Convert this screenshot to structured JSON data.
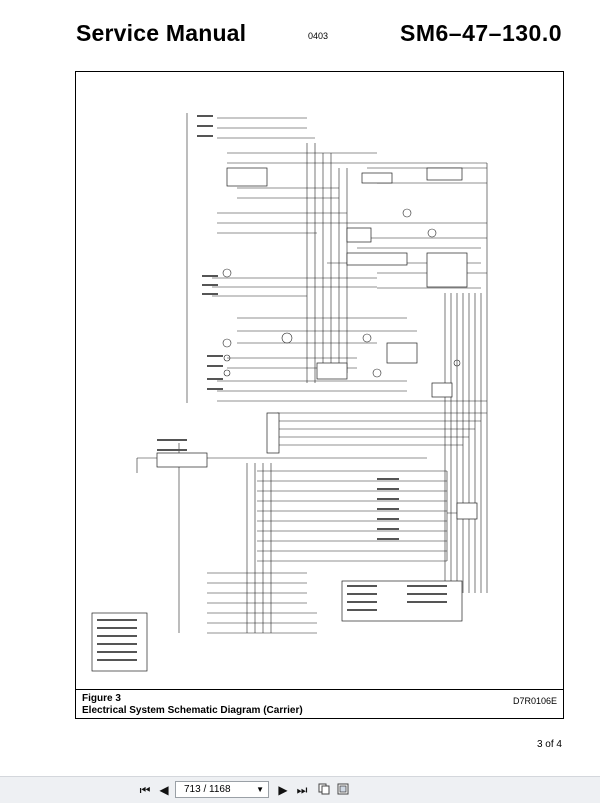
{
  "header": {
    "title": "Service Manual",
    "date_code": "0403",
    "doc_number": "SM6–47–130.0"
  },
  "figure": {
    "label": "Figure 3",
    "title": "Electrical System Schematic Diagram (Carrier)",
    "code": "D7R0106E"
  },
  "page_count": "3 of 4",
  "viewer": {
    "page_indicator": "713 / 1168",
    "icons": [
      "first-page-icon",
      "previous-page-icon",
      "next-page-icon",
      "last-page-icon",
      "copy-icon",
      "fit-page-icon"
    ]
  }
}
